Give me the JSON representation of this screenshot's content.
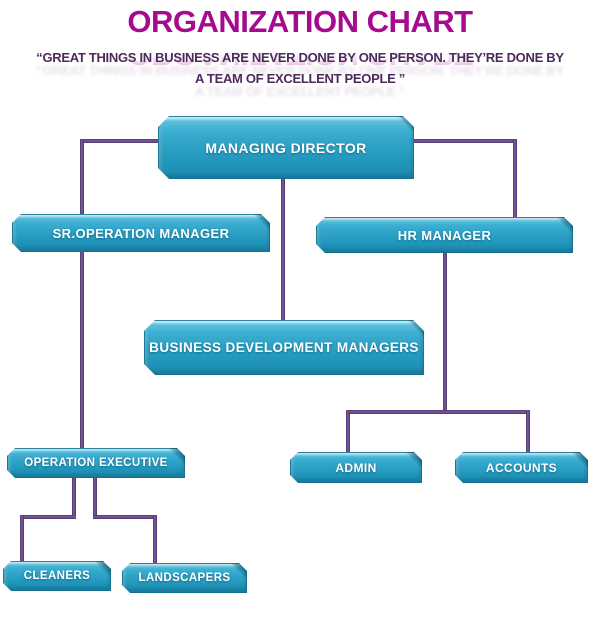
{
  "header": {
    "title": "ORGANIZATION CHART",
    "quote_line1": "“GREAT THINGS IN BUSINESS ARE NEVER DONE BY ONE PERSON. THEY’RE DONE BY",
    "quote_line2": "A TEAM OF EXCELLENT PEOPLE ”"
  },
  "colors": {
    "background": "#FFFFFF",
    "title_text": "#A60A8E",
    "quote_text": "#4C2B5C",
    "connector": "#5E4279",
    "node_fill_top": "#4CBCDD",
    "node_fill_bottom": "#1E8DB1",
    "node_border": "#126E8C",
    "node_text": "#FFFFFF"
  },
  "nodes": [
    {
      "id": "managing-director",
      "label": "MANAGING DIRECTOR"
    },
    {
      "id": "sr-operation-manager",
      "label": "SR.OPERATION MANAGER"
    },
    {
      "id": "hr-manager",
      "label": "HR MANAGER"
    },
    {
      "id": "business-development-managers",
      "label": "BUSINESS DEVELOPMENT MANAGERS"
    },
    {
      "id": "operation-executive",
      "label": "OPERATION EXECUTIVE"
    },
    {
      "id": "admin",
      "label": "ADMIN"
    },
    {
      "id": "accounts",
      "label": "ACCOUNTS"
    },
    {
      "id": "cleaners",
      "label": "CLEANERS"
    },
    {
      "id": "landscapers",
      "label": "LANDSCAPERS"
    }
  ],
  "edges": [
    {
      "from": "managing-director",
      "to": "sr-operation-manager"
    },
    {
      "from": "managing-director",
      "to": "hr-manager"
    },
    {
      "from": "managing-director",
      "to": "business-development-managers"
    },
    {
      "from": "sr-operation-manager",
      "to": "operation-executive"
    },
    {
      "from": "hr-manager",
      "to": "admin"
    },
    {
      "from": "hr-manager",
      "to": "accounts"
    },
    {
      "from": "operation-executive",
      "to": "cleaners"
    },
    {
      "from": "operation-executive",
      "to": "landscapers"
    }
  ]
}
